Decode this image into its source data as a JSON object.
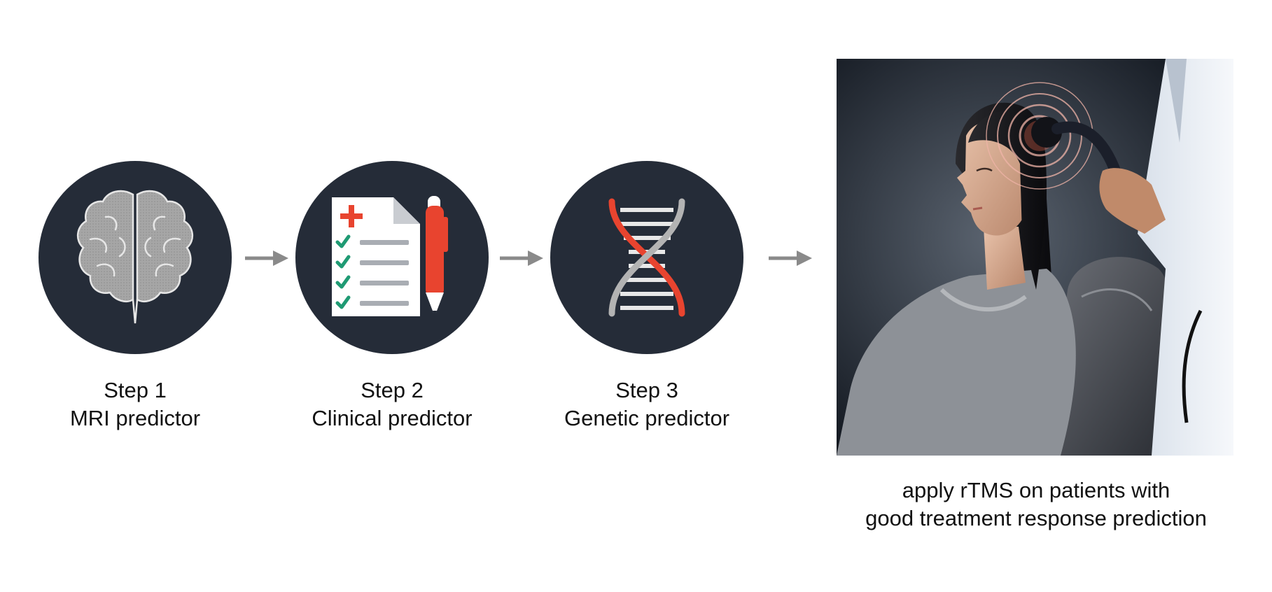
{
  "steps": [
    {
      "title": "Step 1",
      "subtitle": "MRI predictor",
      "icon": "brain-icon"
    },
    {
      "title": "Step 2",
      "subtitle": "Clinical predictor",
      "icon": "clinical-form-icon"
    },
    {
      "title": "Step 3",
      "subtitle": "Genetic predictor",
      "icon": "dna-icon"
    }
  ],
  "outcome": {
    "line1": "apply rTMS on patients with",
    "line2": "good treatment response prediction",
    "image": "rtms-treatment-photo"
  },
  "colors": {
    "circle_bg": "#252c38",
    "arrow": "#8a8a8a",
    "accent_red": "#e8442f",
    "check_green": "#1f9a73",
    "brain_gray": "#a3a3a3"
  }
}
